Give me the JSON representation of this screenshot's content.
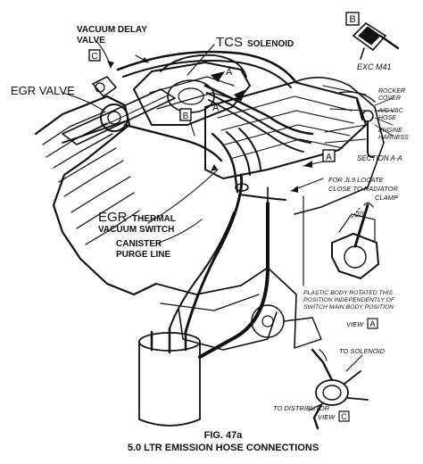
{
  "labels": {
    "vacuum_delay_valve": [
      "VACUUM DELAY",
      "VALVE"
    ],
    "tcs_big": "TCS",
    "tcs_small": "SOLENOID",
    "egr_valve": "EGR VALVE",
    "egr_switch_big": "EGR",
    "egr_switch_small": "THERMAL",
    "vacuum_switch": "VACUUM SWITCH",
    "canister_purge": [
      "CANISTER",
      "PURGE LINE"
    ],
    "section_a": "A",
    "section_a2": "A",
    "callout_c": "C",
    "callout_b": "B",
    "callout_b_top": "B",
    "callout_a_box": "A",
    "exc_m41": "EXC M41",
    "rocker_cover": [
      "ROCKER",
      "COVER"
    ],
    "air_vac_hose": [
      "A/C VAC",
      "HOSE"
    ],
    "engine_harness": [
      "ENGINE",
      "HARNESS"
    ],
    "section_aa": "SECTION A-A",
    "jl9_note": [
      "FOR JL9 LOCATE",
      "CLOSE TO RADIATOR",
      "CLAMP"
    ],
    "angle": "20°",
    "plastic_body_note": [
      "PLASTIC BODY ROTATED THIS",
      "POSITION INDEPENDENTLY OF",
      "SWITCH MAIN BODY POSITION"
    ],
    "view_a": "VIEW",
    "view_a_box": "A",
    "to_solenoid": "TO SOLENOID",
    "to_distributor": "TO DISTRIBUTOR",
    "view_c": "VIEW",
    "view_c_box": "C"
  },
  "caption": {
    "fig": "FIG. 47a",
    "title": "5.0 LTR EMISSION HOSE  CONNECTIONS"
  }
}
